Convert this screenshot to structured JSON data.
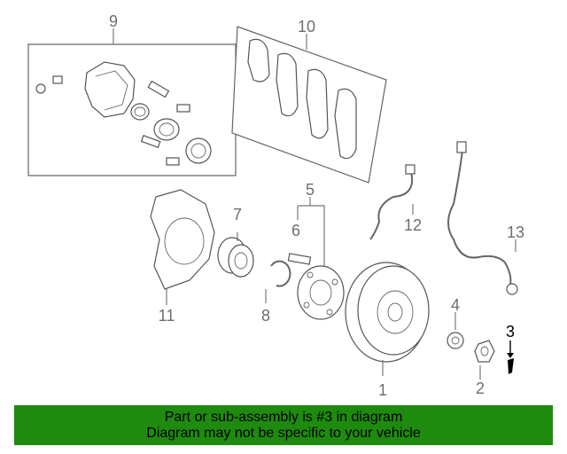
{
  "callouts": {
    "c1": "1",
    "c2": "2",
    "c3": "3",
    "c4": "4",
    "c5": "5",
    "c6": "6",
    "c7": "7",
    "c8": "8",
    "c9": "9",
    "c10": "10",
    "c11": "11",
    "c12": "12",
    "c13": "13"
  },
  "highlighted_part": "3",
  "colors": {
    "banner_bg": "#1e8a0e",
    "highlight": "#000000",
    "line_art": "#666666"
  },
  "banner": {
    "line1": "Part or sub-assembly is #3 in diagram",
    "line2": "Diagram may not be specific to your vehicle"
  }
}
